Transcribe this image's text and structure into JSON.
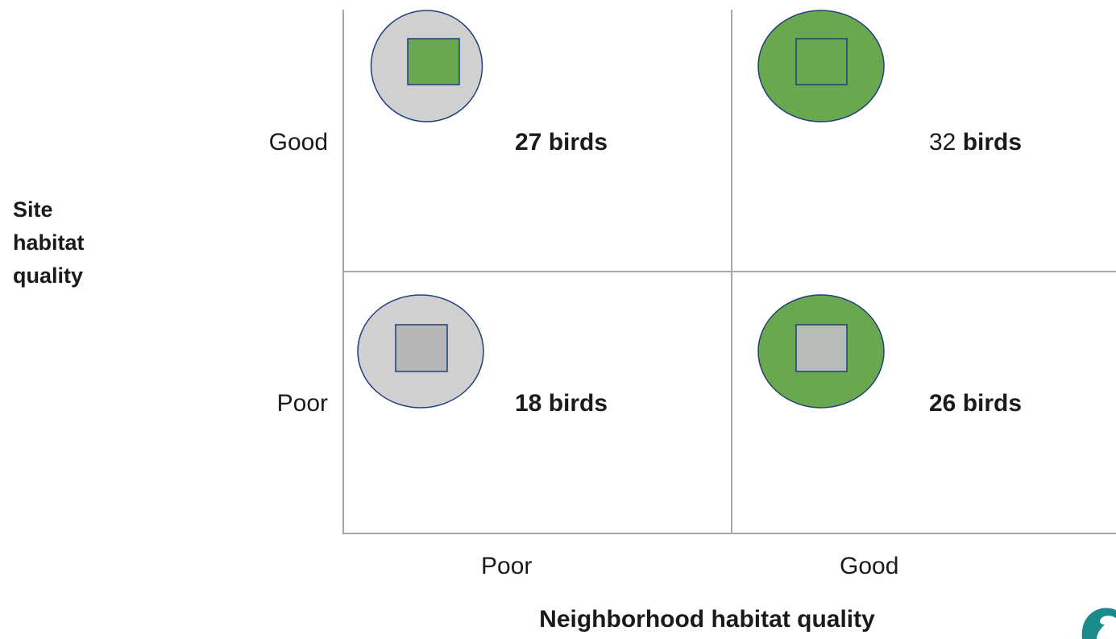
{
  "y_axis": {
    "title": "Site\nhabitat\nquality",
    "labels": {
      "good": "Good",
      "poor": "Poor"
    }
  },
  "x_axis": {
    "title": "Neighborhood habitat quality",
    "labels": {
      "poor": "Poor",
      "good": "Good"
    }
  },
  "cells": {
    "good_poor": {
      "count": "27",
      "unit": "birds",
      "neighborhood_fill": "#d0d0d0",
      "site_fill": "#6aa84f"
    },
    "good_good": {
      "count": "32",
      "unit": "birds",
      "neighborhood_fill": "#6aa84f",
      "site_fill": "#6aa84f"
    },
    "poor_poor": {
      "count": "18",
      "unit": "birds",
      "neighborhood_fill": "#d0d0d0",
      "site_fill": "#b7b7b7"
    },
    "poor_good": {
      "count": "26",
      "unit": "birds",
      "neighborhood_fill": "#6aa84f",
      "site_fill": "#b8bcb8"
    }
  },
  "colors": {
    "outline": "#1f3f7a",
    "grid": "#a8a8a8",
    "logo": "#1b8a8a"
  },
  "icons": {
    "logo": "wave-logo-icon"
  }
}
